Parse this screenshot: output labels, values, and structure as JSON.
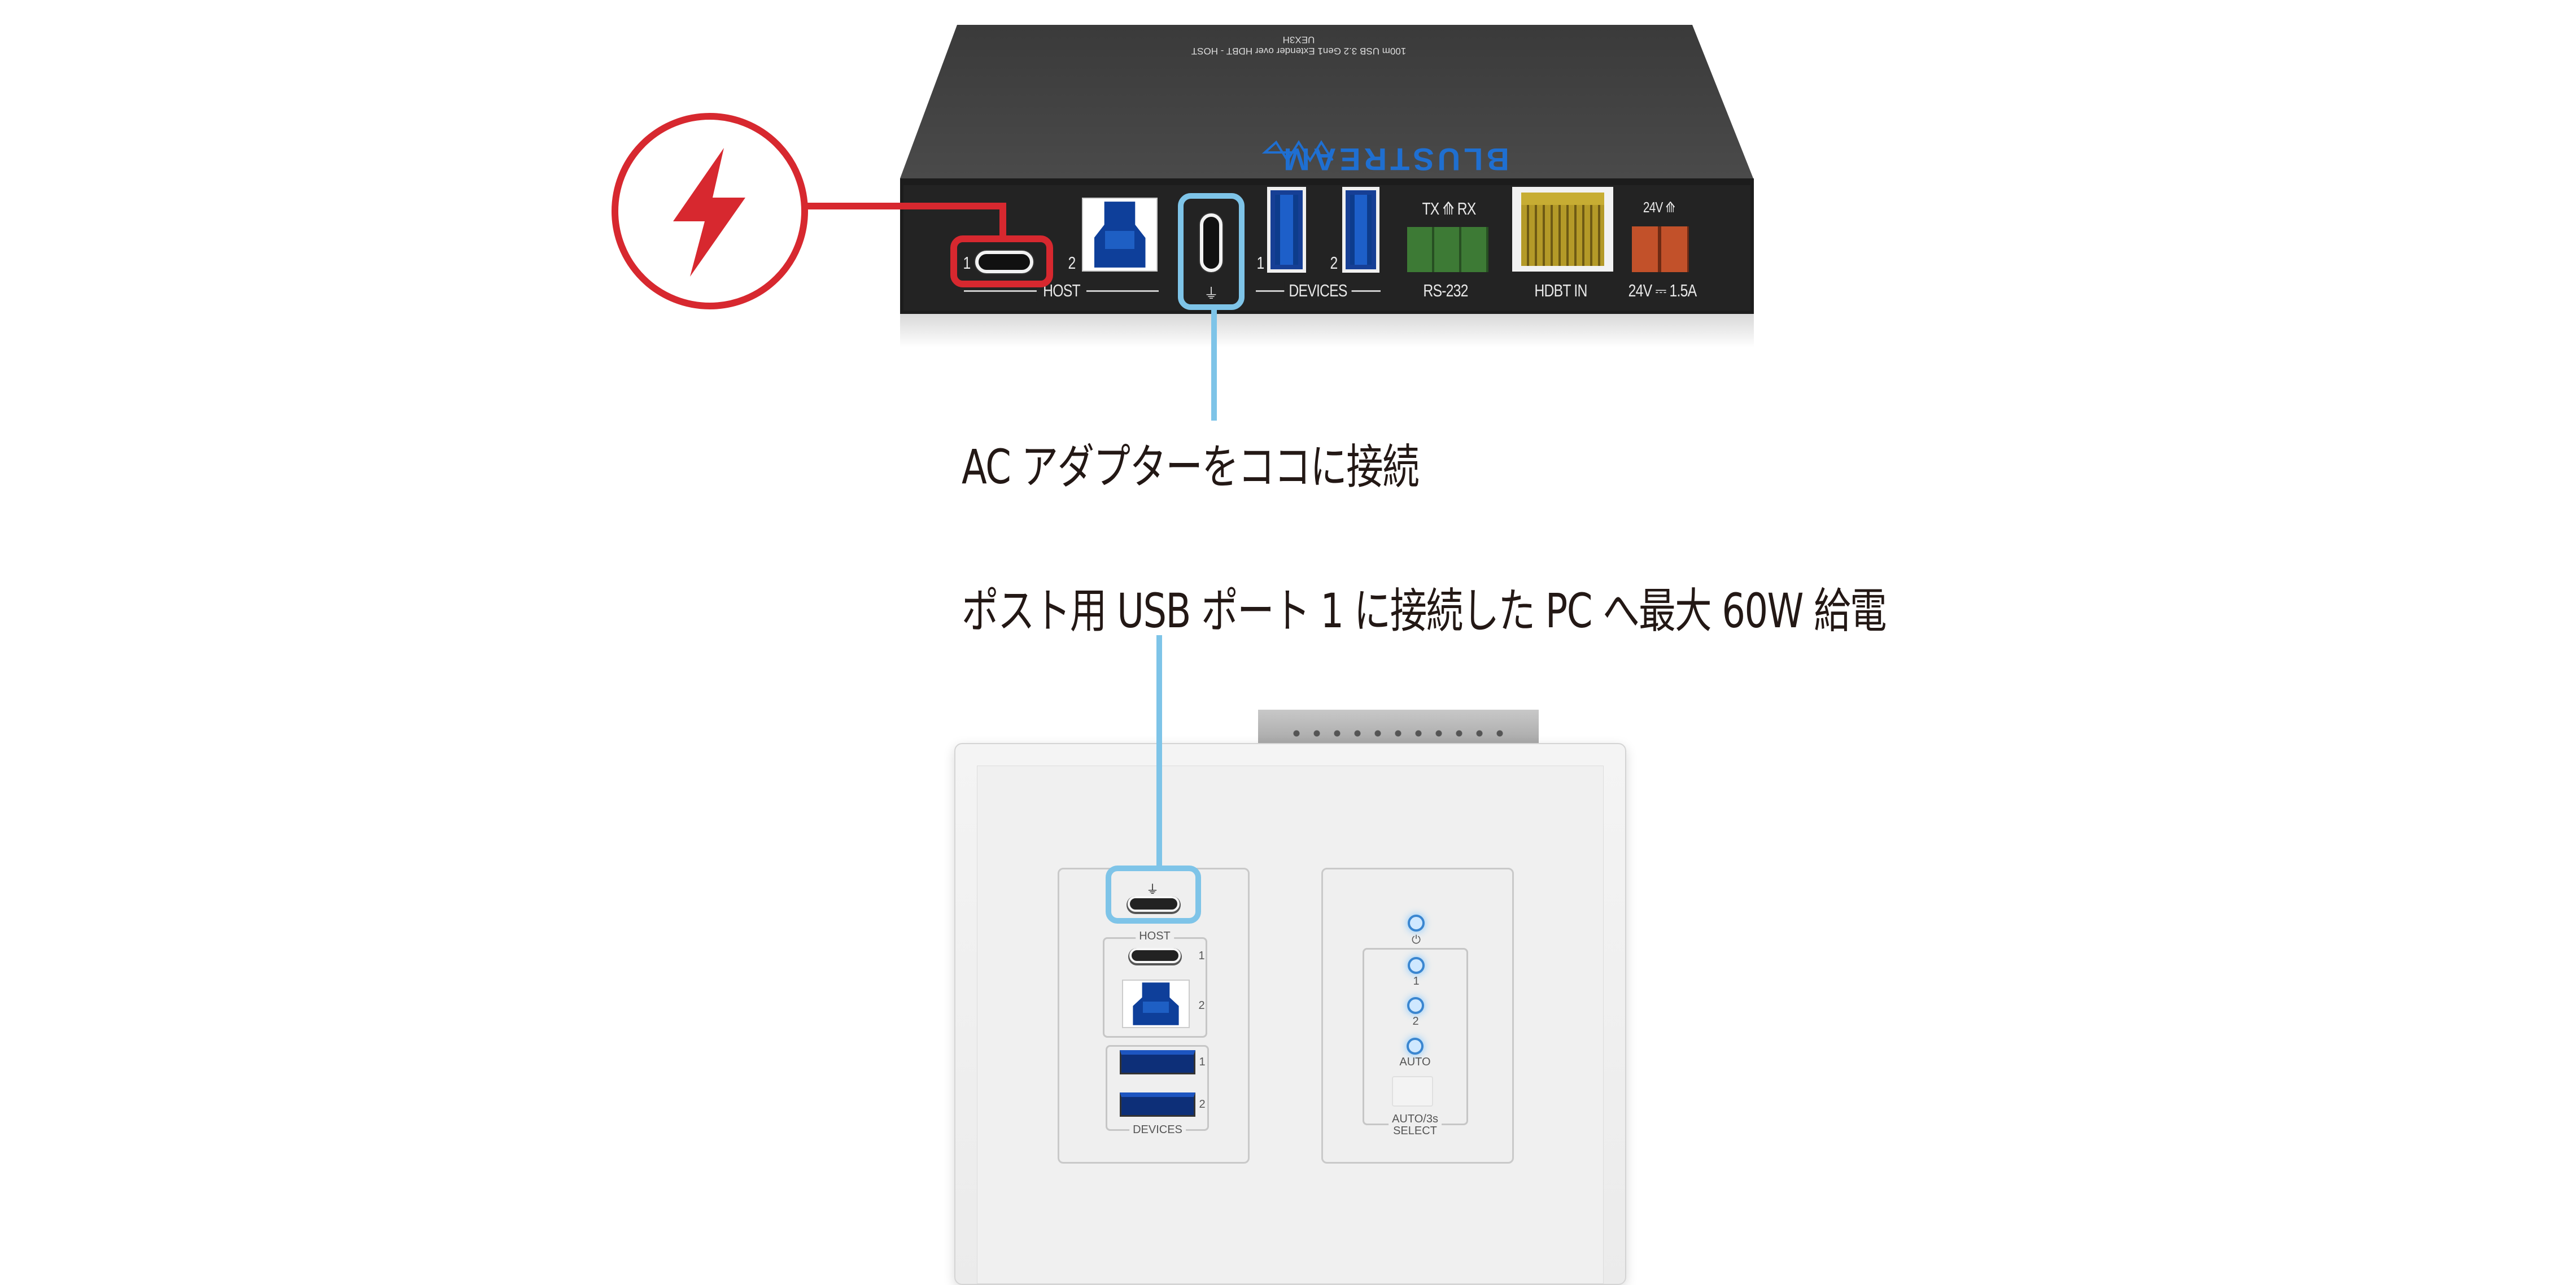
{
  "colors": {
    "callout_red": "#d7282f",
    "callout_blue": "#7ec4e8",
    "device_body": "#2b2b2b",
    "brand_blue": "#1f6fd1"
  },
  "top_device": {
    "top_text_line1": "UEX3H",
    "top_text_line2": "100m USB 3.2 Gen1 Extender over HDBT - HOST",
    "brand": "BLUSTREAM",
    "labels": {
      "host": "HOST",
      "host_port1": "1",
      "host_port2": "2",
      "devices": "DEVICES",
      "dev_port1": "1",
      "dev_port2": "2",
      "rs232_top": "TX ⟰ RX",
      "rs232": "RS-232",
      "hdbt": "HDBT IN",
      "power_top": "24V ⟰",
      "power": "24V ⎓ 1.5A"
    },
    "icons": {
      "power_alert": "lightning-bolt-icon",
      "power_port": "power-plug-icon"
    }
  },
  "callouts": {
    "ac_adapter": "AC アダプターをココに接続",
    "host_pd": "ポスト用 USB ポート 1 に接続した PC へ最大 60W 給電"
  },
  "wall_plate": {
    "labels": {
      "host": "HOST",
      "host_port1": "1",
      "host_port2": "2",
      "devices": "DEVICES",
      "dev_port1": "1",
      "dev_port2": "2",
      "led_power": "⏻",
      "led_1": "1",
      "led_2": "2",
      "led_auto": "AUTO",
      "select_line1": "AUTO/3s",
      "select_line2": "SELECT"
    }
  }
}
